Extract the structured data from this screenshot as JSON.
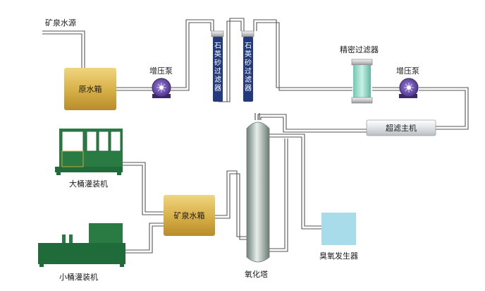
{
  "source_label": "矿泉水源",
  "raw_tank": "原水箱",
  "pump1": "增压泵",
  "sand_filter_1": "石英砂过滤器",
  "sand_filter_2": "石英砂过滤器",
  "precision_filter": "精密过滤器",
  "pump2": "增压泵",
  "uf_host": "超滤主机",
  "oxidation_tower": "氧化塔",
  "mineral_tank": "矿泉水箱",
  "ozone_generator": "臭氧发生器",
  "large_barrel_filler": "大桶灌装机",
  "small_barrel_filler": "小桶灌装机",
  "colors": {
    "tank_gold": "#d9b24a",
    "pump_purple": "#5b3d98",
    "filter_navy": "#233a7d",
    "filler_green": "#1f6b3a",
    "ozone_cyan": "#a9dcea"
  }
}
